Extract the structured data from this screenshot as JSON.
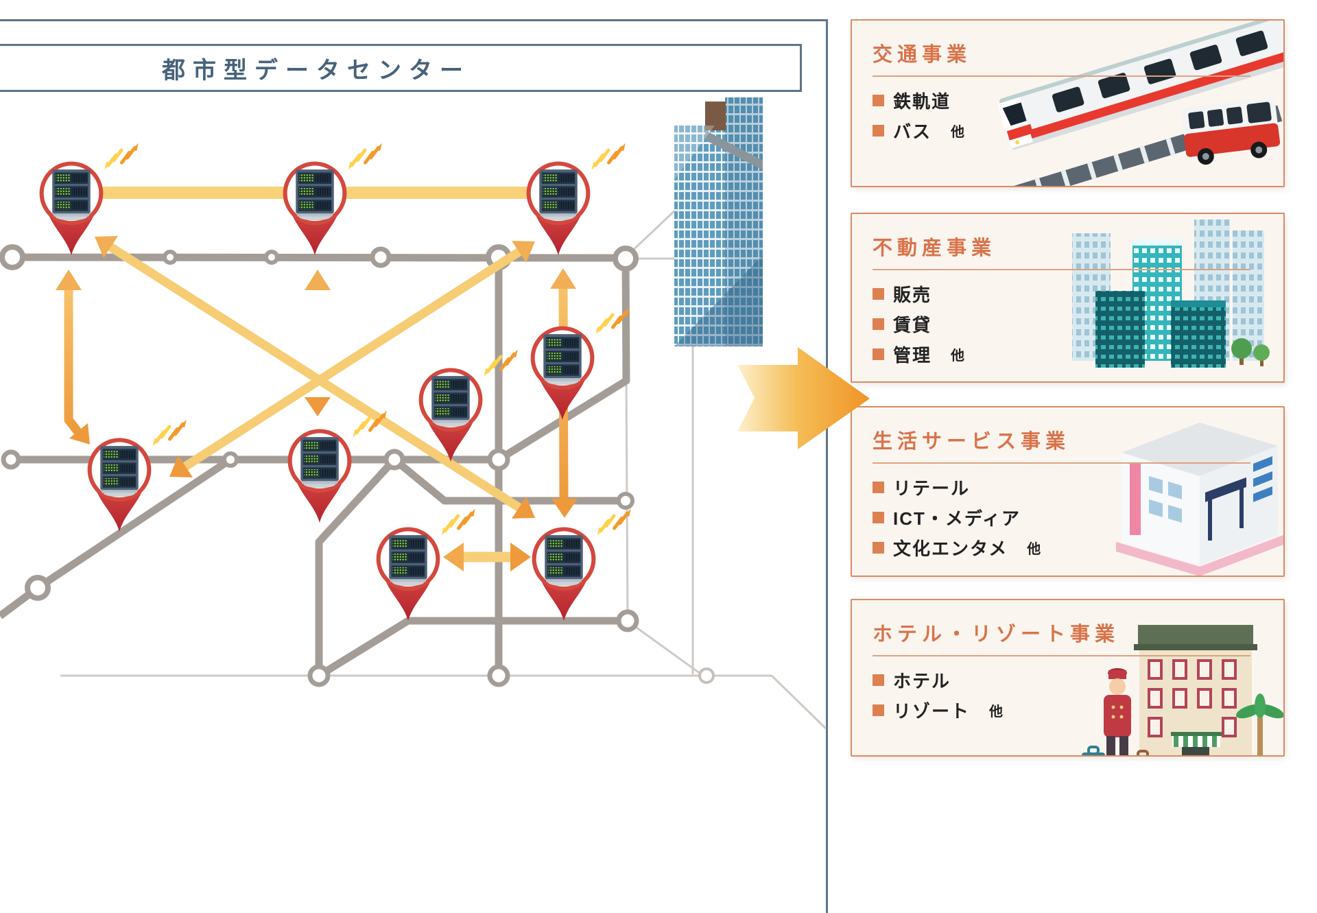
{
  "panel": {
    "title": "都市型データセンター"
  },
  "cards": [
    {
      "id": "transport",
      "title": "交通事業",
      "items": [
        {
          "label": "鉄軌道",
          "suffix": ""
        },
        {
          "label": "バス",
          "suffix": "他"
        }
      ]
    },
    {
      "id": "realestate",
      "title": "不動産事業",
      "items": [
        {
          "label": "販売",
          "suffix": ""
        },
        {
          "label": "賃貸",
          "suffix": ""
        },
        {
          "label": "管理",
          "suffix": "他"
        }
      ]
    },
    {
      "id": "lifeservice",
      "title": "生活サービス事業",
      "items": [
        {
          "label": "リテール",
          "suffix": ""
        },
        {
          "label": "ICT・メディア",
          "suffix": ""
        },
        {
          "label": "文化エンタメ",
          "suffix": "他"
        }
      ]
    },
    {
      "id": "hotel",
      "title": "ホテル・リゾート事業",
      "items": [
        {
          "label": "ホテル",
          "suffix": ""
        },
        {
          "label": "リゾート",
          "suffix": "他"
        }
      ]
    }
  ],
  "map": {
    "server_pin_count": 9,
    "icons": {
      "pin": "server-location-pin",
      "bolt": "wireless-signal-bolt",
      "station": "station-node",
      "tower": "office-tower"
    }
  },
  "colors": {
    "panel_blue": "#5d7486",
    "title_text": "#47637b",
    "card_border": "#d98b63",
    "card_title": "#d9734a",
    "card_bg": "#fbf5f0",
    "bullet_orange": "#dd8050",
    "line_gray": "#a49d97",
    "thin_line_gray": "#cfcac6",
    "pin_red": "#d4483e",
    "band_yellow": "#f8d179",
    "arrow_orange": "#ef9426"
  }
}
